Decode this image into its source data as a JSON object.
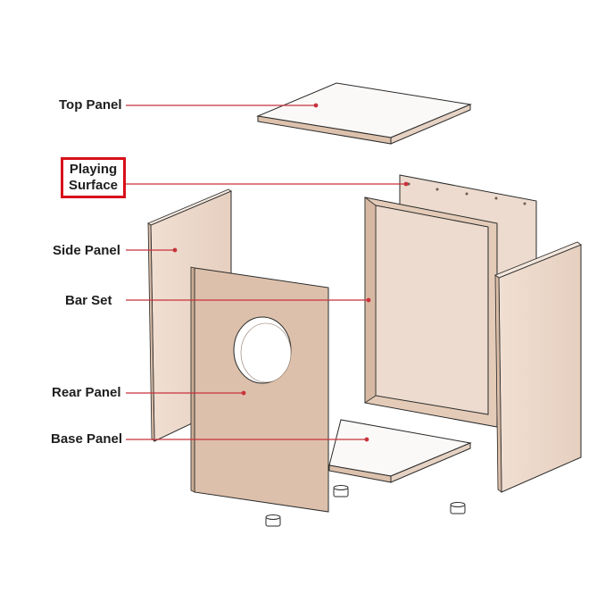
{
  "labels": {
    "top_panel": "Top Panel",
    "playing_surface_line1": "Playing",
    "playing_surface_line2": "Surface",
    "side_panel": "Side Panel",
    "bar_set": "Bar Set",
    "rear_panel": "Rear Panel",
    "base_panel": "Base Panel"
  },
  "colors": {
    "leader_line": "#c8323c",
    "highlight_box": "#d8101a",
    "wood_face": "#ead6c7",
    "wood_edge": "#d9bca8",
    "outline": "#2a2a2a"
  }
}
